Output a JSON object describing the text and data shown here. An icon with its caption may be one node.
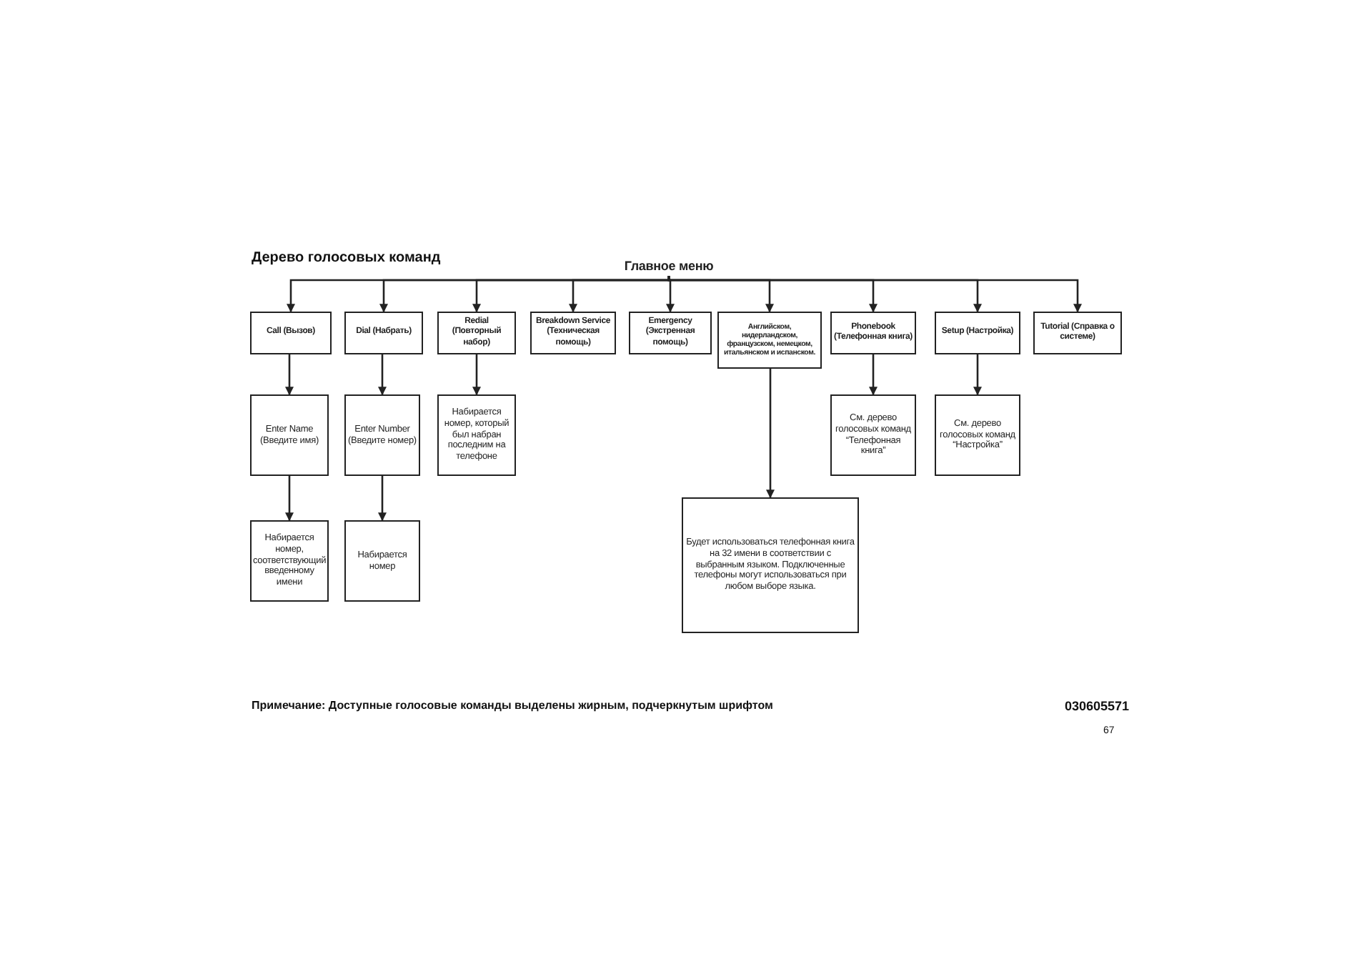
{
  "diagram": {
    "title": "Дерево голосовых команд",
    "nodes": [
      {
        "text": [
          "Главное меню"
        ]
      },
      {
        "text": [
          "Call (Вызов)"
        ]
      },
      {
        "text": [
          "Dial (Набрать)"
        ]
      },
      {
        "text": [
          "Redial (Повторный набор)"
        ]
      },
      {
        "text": [
          "Breakdown Service (Техническая помощь)"
        ]
      },
      {
        "text": [
          "Emergency (Экстренная помощь)"
        ]
      },
      {
        "text": [
          "Английском, нидерландском, французском, немецком, итальянском и испанском."
        ]
      },
      {
        "text": [
          "Phonebook (Телефонная книга)"
        ]
      },
      {
        "text": [
          "Setup (Настройка)"
        ]
      },
      {
        "text": [
          "Tutorial (Справка о системе)"
        ]
      },
      {
        "text": [
          "Enter Name (Введите имя)"
        ]
      },
      {
        "text": [
          "Enter Number (Введите номер)"
        ]
      },
      {
        "text": [
          "Набирается номер, который был набран последним на телефоне"
        ]
      },
      {
        "text": [
          "См. дерево голосовых команд “Телефонная книга”"
        ]
      },
      {
        "text": [
          "См. дерево голосовых команд “Настройка”"
        ]
      },
      {
        "text": [
          "Набирается номер, соответствующий введенному имени"
        ]
      },
      {
        "text": [
          "Набирается номер"
        ]
      },
      {
        "text": [
          "Будет использоваться телефонная книга на 32 имени в соответствии с выбранным языком. Подключенные телефоны могут использоваться при любом выборе языка."
        ]
      }
    ],
    "edges": [
      {
        "from": 0,
        "to": 1,
        "arrow": "to"
      },
      {
        "from": 0,
        "to": 2,
        "arrow": "to"
      },
      {
        "from": 0,
        "to": 3,
        "arrow": "to"
      },
      {
        "from": 0,
        "to": 4,
        "arrow": "to"
      },
      {
        "from": 0,
        "to": 5,
        "arrow": "to"
      },
      {
        "from": 0,
        "to": 6,
        "arrow": "to"
      },
      {
        "from": 0,
        "to": 7,
        "arrow": "to"
      },
      {
        "from": 0,
        "to": 8,
        "arrow": "to"
      },
      {
        "from": 0,
        "to": 9,
        "arrow": "to"
      },
      {
        "from": 1,
        "to": 10,
        "arrow": "to"
      },
      {
        "from": 2,
        "to": 11,
        "arrow": "to"
      },
      {
        "from": 3,
        "to": 12,
        "arrow": "to"
      },
      {
        "from": 7,
        "to": 13,
        "arrow": "to"
      },
      {
        "from": 8,
        "to": 14,
        "arrow": "to"
      },
      {
        "from": 10,
        "to": 15,
        "arrow": "to"
      },
      {
        "from": 11,
        "to": 16,
        "arrow": "to"
      },
      {
        "from": 6,
        "to": 17,
        "arrow": "to"
      }
    ],
    "labels": [
      "Примечание: Доступные голосовые команды выделены жирным, подчеркнутым шрифтом",
      "030605571",
      "67"
    ]
  }
}
